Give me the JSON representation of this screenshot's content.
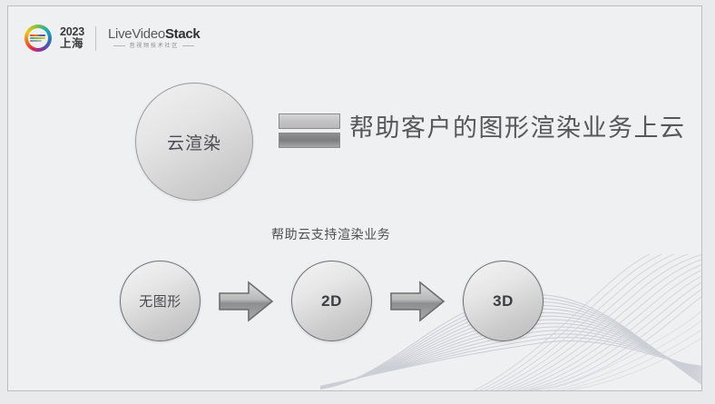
{
  "slide": {
    "background_color": "#eff0f2",
    "border_color": "#bcbdc0",
    "outer_background": "#e9eaec"
  },
  "brand": {
    "logo_icon": "livevideostack-circle-logo",
    "year": "2023",
    "city": "上海",
    "wordmark_prefix": "LiveVideo",
    "wordmark_suffix": "Stack",
    "tagline": "音视频技术社区"
  },
  "hero": {
    "circle_label": "云渲染",
    "bars_icon": "two-stacked-bars-icon",
    "heading": "帮助客户的图形渲染业务上云"
  },
  "flow": {
    "caption": "帮助云支持渲染业务",
    "arrow_icon": "right-block-arrow-icon",
    "steps": [
      {
        "label": "无图形",
        "style": "cn"
      },
      {
        "label": "2D",
        "style": "en"
      },
      {
        "label": "3D",
        "style": "en"
      }
    ]
  },
  "decoration": {
    "waves_icon": "flowing-wave-lines-decoration",
    "wave_color": "#c8ccd2"
  }
}
